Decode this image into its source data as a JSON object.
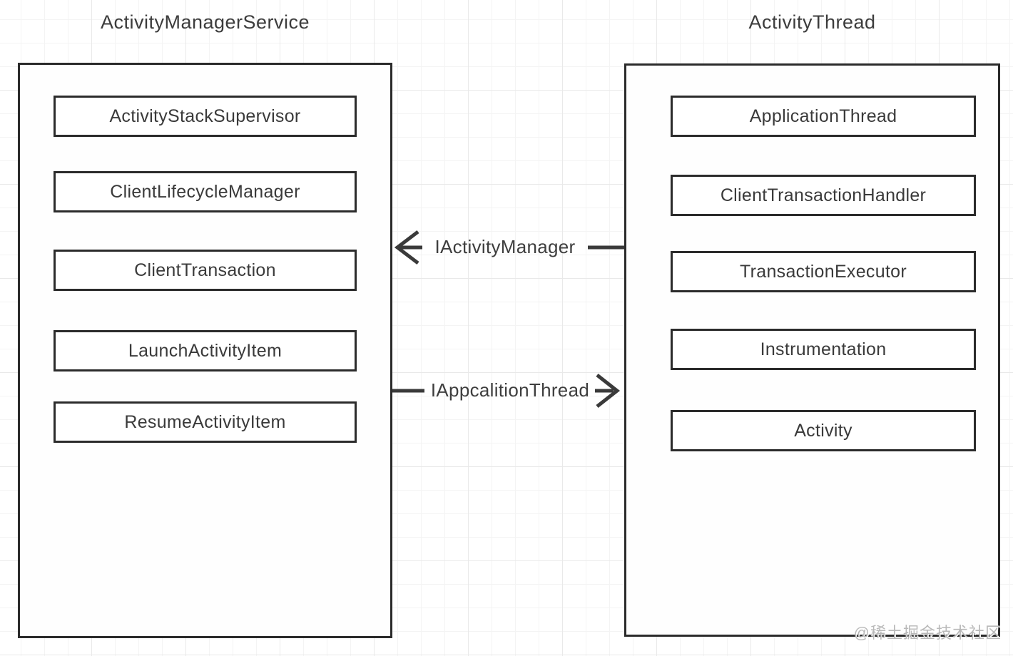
{
  "panels": [
    {
      "title": "ActivityManagerService",
      "items": [
        "ActivityStackSupervisor",
        "ClientLifecycleManager",
        "ClientTransaction",
        "LaunchActivityItem",
        "ResumeActivityItem"
      ]
    },
    {
      "title": "ActivityThread",
      "items": [
        "ApplicationThread",
        "ClientTransactionHandler",
        "TransactionExecutor",
        "Instrumentation",
        "Activity"
      ]
    }
  ],
  "connections": [
    {
      "label": "IActivityManager",
      "direction": "right-to-left"
    },
    {
      "label": "IAppcalitionThread",
      "direction": "left-to-right"
    }
  ],
  "watermark": "@稀土掘金技术社区",
  "colors": {
    "border": "#2b2b2b",
    "text": "#3a3a3a",
    "grid_minor": "#f4f4f4",
    "grid_major": "#e9e9e9",
    "watermark": "#b9b9b9",
    "background": "#ffffff"
  }
}
